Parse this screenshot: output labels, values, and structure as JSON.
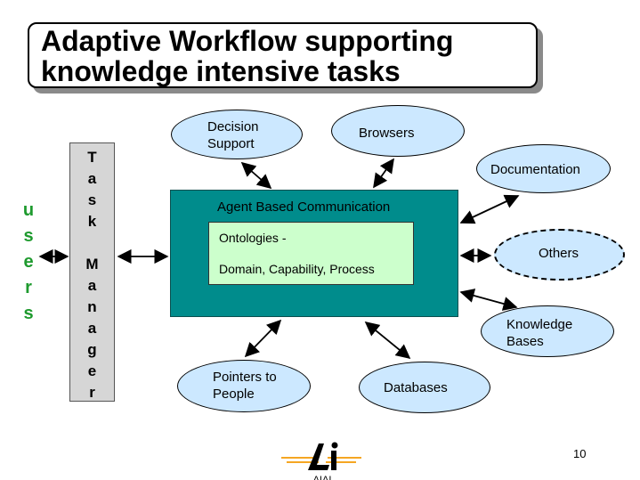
{
  "title": {
    "line1": "Adaptive Workflow supporting",
    "line2": "knowledge intensive tasks"
  },
  "users_letters": [
    "u",
    "s",
    "e",
    "r",
    "s"
  ],
  "task_manager_letters": [
    "T",
    "a",
    "s",
    "k",
    "M",
    "a",
    "n",
    "a",
    "g",
    "e",
    "r"
  ],
  "agent_based_communication": "Agent Based Communication",
  "ontologies": {
    "line1": "Ontologies -",
    "line2": "Domain, Capability, Process"
  },
  "nodes": {
    "decision_support": [
      "Decision",
      "Support"
    ],
    "browsers": "Browsers",
    "documentation": "Documentation",
    "others": "Others",
    "knowledge_bases": [
      "Knowledge",
      "Bases"
    ],
    "pointers_to_people": [
      "Pointers to",
      "People"
    ],
    "databases": "Databases"
  },
  "page_number": "10",
  "logo_text": "AIAI",
  "colors": {
    "users_text": "#1e9a2e",
    "task_manager_fill": "#d6d6d6",
    "agent_box_fill": "#008c8c",
    "ontology_fill": "#ccffcc",
    "node_fill": "#cce8ff",
    "logo_accent": "#f5a623"
  }
}
